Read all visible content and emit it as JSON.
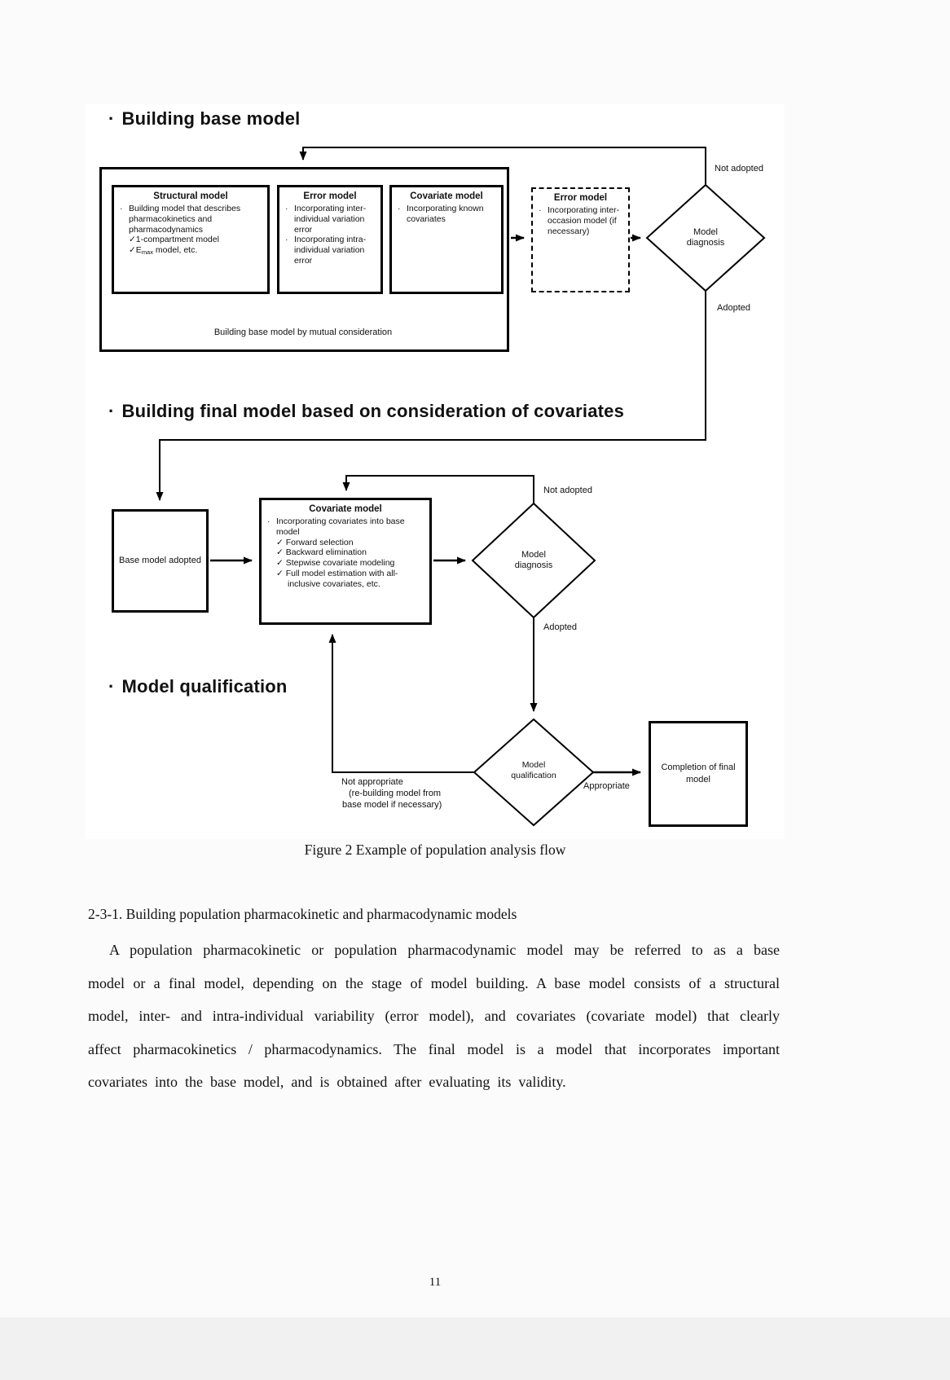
{
  "document": {
    "figure_caption": "Figure 2 Example of population analysis flow",
    "section_heading": "2-3-1. Building population pharmacokinetic and pharmacodynamic models",
    "paragraph": "A population pharmacokinetic or population pharmacodynamic model may be referred to as a base model or a final model, depending on the stage of model building. A base model consists of a structural model, inter- and intra-individual variability (error model), and covariates (covariate model) that clearly affect pharmacokinetics / pharmacodynamics. The final model is a model that incorporates important covariates into the base model, and is obtained after evaluating its validity.",
    "page_number": "11"
  },
  "figure": {
    "bullet_char": "·",
    "headings": {
      "base_model": "Building base model",
      "final_model": "Building final model based on consideration of covariates",
      "qualification": "Model qualification"
    },
    "flow1": {
      "structural_box": {
        "title": "Structural model",
        "item1": "Building model that describes pharmacokinetics and pharmacodynamics",
        "check1": "✓1-compartment model",
        "check2_prefix": "✓E",
        "check2_sub": "max",
        "check2_suffix": " model, etc."
      },
      "error_box": {
        "title": "Error model",
        "item1": "Incorporating inter-individual variation error",
        "item2": "Incorporating intra-individual variation error"
      },
      "covariate_box": {
        "title": "Covariate model",
        "item1": "Incorporating known covariates"
      },
      "brace_label": "Building base model by mutual consideration",
      "occasion_box": {
        "title": "Error model",
        "item1": "Incorporating inter-occasion model (if necessary)"
      },
      "diamond_label": "Model diagnosis",
      "not_adopted_label": "Not adopted",
      "adopted_label": "Adopted"
    },
    "flow2": {
      "base_box_label": "Base model adopted",
      "covariate_box": {
        "title": "Covariate model",
        "item1": "Incorporating covariates into base model",
        "check1": "✓ Forward selection",
        "check2": "✓ Backward elimination",
        "check3": "✓ Stepwise covariate modeling",
        "check4": "✓ Full model estimation with all-inclusive covariates, etc."
      },
      "diamond_label": "Model diagnosis",
      "not_adopted_label": "Not adopted",
      "adopted_label": "Adopted"
    },
    "flow3": {
      "diamond_label": "Model qualification",
      "not_appropriate_line1": "Not appropriate",
      "not_appropriate_line2": "(re-building model from",
      "not_appropriate_line3": "base model if necessary)",
      "appropriate_label": "Appropriate",
      "completion_box_label": "Completion of final model"
    }
  }
}
